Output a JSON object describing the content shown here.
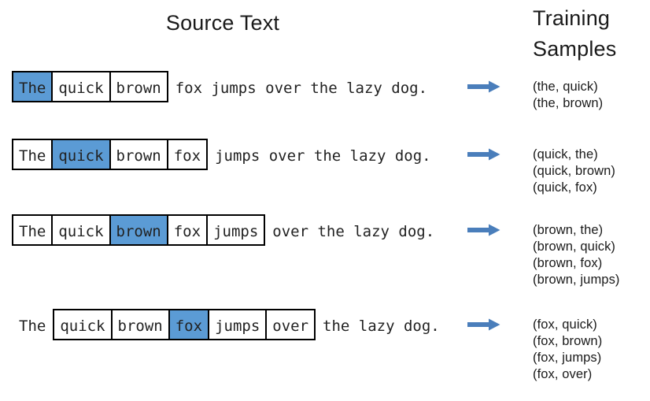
{
  "headings": {
    "source_text": "Source Text",
    "training_samples_line1": "Training",
    "training_samples_line2": "Samples"
  },
  "colors": {
    "highlight_blue": "#5B9BD5",
    "arrow_blue": "#4A7EBB",
    "box_border": "#000000",
    "background": "#FFFFFF",
    "text": "#1A1A1A"
  },
  "icons": {
    "arrow": "right-arrow-icon"
  },
  "sentence": "The quick brown fox jumps over the lazy dog.",
  "rows": [
    {
      "id": "row-1",
      "center_word": "the",
      "lead": "",
      "cells": [
        {
          "text": "The",
          "highlighted": true
        },
        {
          "text": "quick",
          "highlighted": false
        },
        {
          "text": "brown",
          "highlighted": false
        }
      ],
      "trail": "fox jumps over the lazy dog.",
      "samples": [
        "(the, quick)",
        "(the, brown)"
      ]
    },
    {
      "id": "row-2",
      "center_word": "quick",
      "lead": "",
      "cells": [
        {
          "text": "The",
          "highlighted": false
        },
        {
          "text": "quick",
          "highlighted": true
        },
        {
          "text": "brown",
          "highlighted": false
        },
        {
          "text": "fox",
          "highlighted": false
        }
      ],
      "trail": "jumps over the lazy dog.",
      "samples": [
        "(quick, the)",
        "(quick, brown)",
        "(quick, fox)"
      ]
    },
    {
      "id": "row-3",
      "center_word": "brown",
      "lead": "",
      "cells": [
        {
          "text": "The",
          "highlighted": false
        },
        {
          "text": "quick",
          "highlighted": false
        },
        {
          "text": "brown",
          "highlighted": true
        },
        {
          "text": "fox",
          "highlighted": false
        },
        {
          "text": "jumps",
          "highlighted": false
        }
      ],
      "trail": "over the lazy dog.",
      "samples": [
        "(brown, the)",
        "(brown, quick)",
        "(brown, fox)",
        "(brown, jumps)"
      ]
    },
    {
      "id": "row-4",
      "center_word": "fox",
      "lead": "The",
      "cells": [
        {
          "text": "quick",
          "highlighted": false
        },
        {
          "text": "brown",
          "highlighted": false
        },
        {
          "text": "fox",
          "highlighted": true
        },
        {
          "text": "jumps",
          "highlighted": false
        },
        {
          "text": "over",
          "highlighted": false
        }
      ],
      "trail": "the lazy dog.",
      "samples": [
        "(fox, quick)",
        "(fox, brown)",
        "(fox, jumps)",
        "(fox, over)"
      ]
    }
  ],
  "layout": {
    "row_tops": [
      90,
      176,
      272,
      392
    ],
    "sample_tops": [
      100,
      186,
      282,
      402
    ]
  }
}
